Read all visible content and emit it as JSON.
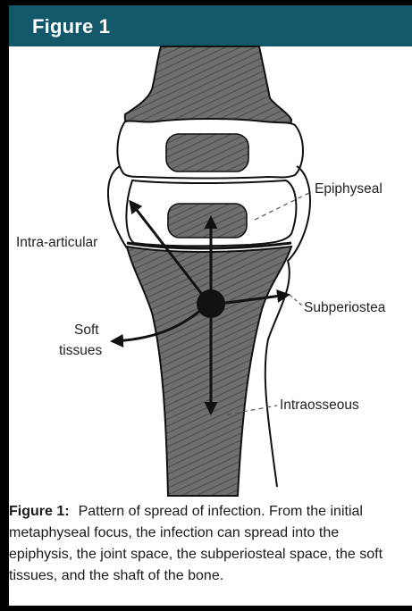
{
  "header": {
    "title": "Figure 1"
  },
  "labels": {
    "epiphyseal": "Epiphyseal",
    "intra_articular": "Intra-articular",
    "subperiosteal": "Subperiostea",
    "soft_tissues_line1": "Soft",
    "soft_tissues_line2": "tissues",
    "intraosseous": "Intraosseous"
  },
  "caption": {
    "label": "Figure 1:",
    "text": "Pattern of spread of infection. From the initial metaphyseal focus, the infection can spread into the epiphysis, the joint space, the subperiosteal space, the soft tissues, and the shaft of the bone."
  },
  "colors": {
    "header_bg": "#12586a",
    "bone_fill": "#6f6f6f",
    "frame": "#000000"
  }
}
